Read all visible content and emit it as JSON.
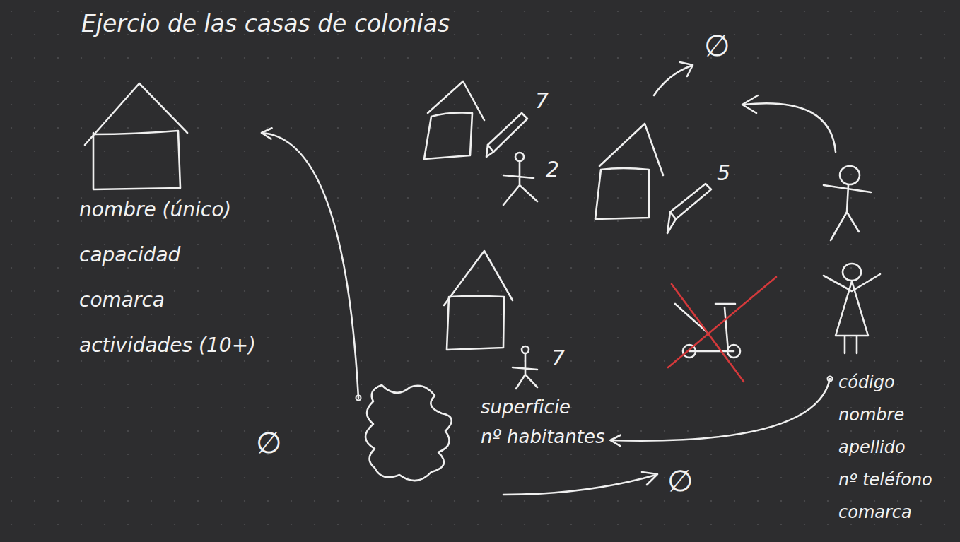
{
  "diagram": {
    "title": "Ejercio de las casas de colonias",
    "nodes": [
      {
        "text": [
          "nombre (único)",
          "capacidad",
          "comarca",
          "actividades (10+)"
        ]
      },
      {
        "text": [
          "superficie",
          "nº habitantes"
        ]
      },
      {
        "text": [
          "código",
          "nombre",
          "apellido",
          "nº teléfono",
          "comarca"
        ]
      }
    ],
    "edges": [
      {
        "from": 2,
        "to": 1,
        "arrow": "to"
      },
      {
        "from": 1,
        "to": 0,
        "arrow": "to"
      }
    ],
    "labels": [
      "7",
      "2",
      "∅",
      "5",
      "7",
      "∅",
      "∅"
    ]
  }
}
